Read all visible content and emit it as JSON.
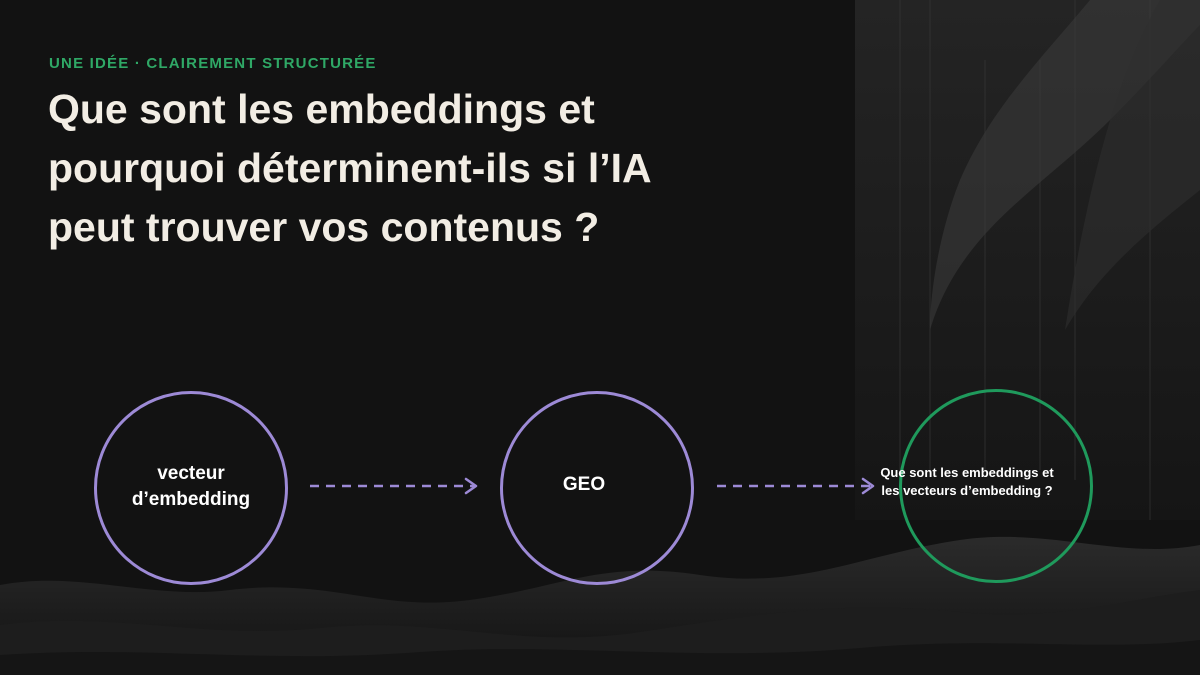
{
  "eyebrow": "UNE IDÉE · CLAIREMENT STRUCTURÉE",
  "title": "Que sont les embeddings et pourquoi déterminent-ils si l’IA peut trouver vos contenus ?",
  "nodes": [
    {
      "label": "vecteur d’embedding",
      "color": "#9d8ad6"
    },
    {
      "label": "GEO",
      "color": "#9d8ad6"
    },
    {
      "label": "Que sont les embeddings et les vecteurs d’embedding ?",
      "color": "#1f9a5c"
    }
  ],
  "connector_color": "#9d8ad6",
  "accent_color": "#2fa866"
}
